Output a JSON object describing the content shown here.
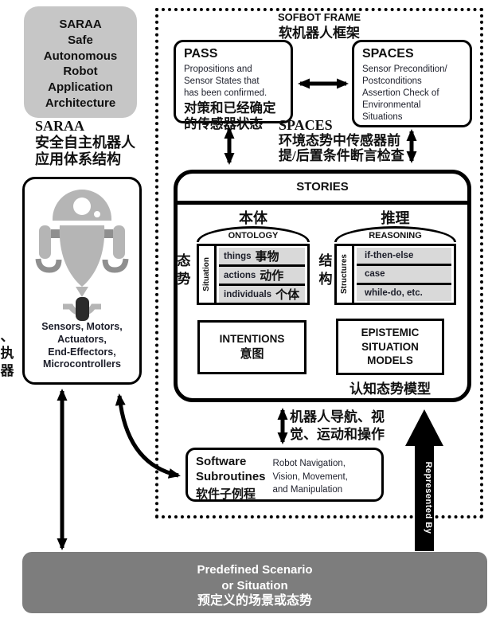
{
  "colors": {
    "box_gray": "#c6c6c6",
    "robot_gray": "#b5b5b5",
    "row_gray": "#d9d9d9",
    "scenario_gray": "#7d7d7d",
    "line_black": "#000000",
    "text_white": "#ffffff"
  },
  "saraa": {
    "box_text": "SARAA\nSafe\nAutonomous\nRobot\nApplication\nArchitecture",
    "caption": "SARAA\n安全自主机器人\n应用体系结构"
  },
  "hardware": {
    "icon": "robot-icon",
    "label": "Sensors, Motors,\nActuators,\nEnd-Effectors,\nMicrocontrollers"
  },
  "left_edge_caption": "、\n执\n器",
  "frame": {
    "title": "SOFBOT FRAME",
    "title_zh": "软机器人框架"
  },
  "pass": {
    "title": "PASS",
    "body": "Propositions and\nSensor States that\nhas been confirmed.",
    "body_zh": "对策和已经确定\n的传感器状态"
  },
  "spaces": {
    "title": "SPACES",
    "body": "Sensor Precondition/\nPostconditions\nAssertion Check of\nEnvironmental\nSituations"
  },
  "spaces_caption": {
    "title": "SPACES",
    "zh": "环境态势中传感器前\n提/后置条件断言检查"
  },
  "stories": {
    "title": "STORIES",
    "ontology": {
      "zh": "本体",
      "arc": "ONTOLOGY",
      "side_zh": "态\n势",
      "strip": "Situation",
      "rows": [
        {
          "en": "things",
          "zh": "事物"
        },
        {
          "en": "actions",
          "zh": "动作"
        },
        {
          "en": "individuals",
          "zh": "个体"
        }
      ]
    },
    "reasoning": {
      "zh": "推理",
      "arc": "REASONING",
      "side_zh": "结\n构",
      "strip": "Structures",
      "rows": [
        {
          "en": "if-then-else"
        },
        {
          "en": "case"
        },
        {
          "en": "while-do, etc."
        }
      ]
    },
    "intentions": {
      "title": "INTENTIONS",
      "zh": "意图"
    },
    "epistemic": {
      "title": "EPISTEMIC\nSITUATION\nMODELS",
      "zh": "认知态势模型"
    }
  },
  "nav_caption": "机器人导航、视\n觉、运动和操作",
  "subroutines": {
    "title": "Software\nSubroutines",
    "title_zh": "软件子例程",
    "body": "Robot Navigation,\nVision, Movement,\nand Manipulation"
  },
  "represented_by": "Represented By",
  "scenario": {
    "line1": "Predefined Scenario",
    "line2": "or Situation",
    "zh": "预定义的场景或态势"
  }
}
